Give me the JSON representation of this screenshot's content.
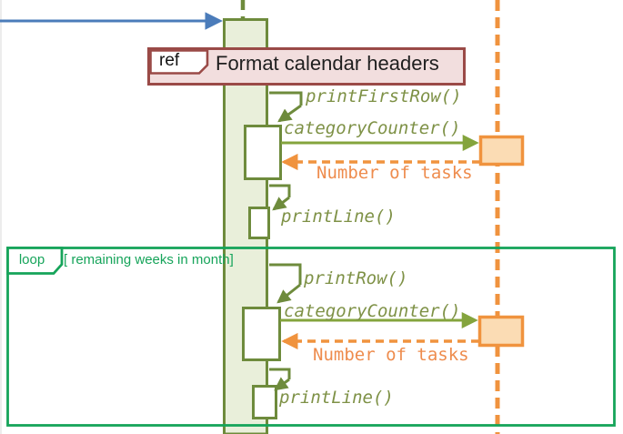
{
  "diagram_type": "UML sequence diagram fragment",
  "fragments": {
    "ref": {
      "keyword": "ref",
      "title": "Format calendar headers"
    },
    "loop": {
      "keyword": "loop",
      "guard": "[ remaining weeks in month]"
    }
  },
  "messages": [
    {
      "label": "printFirstRow()",
      "kind": "self-call"
    },
    {
      "label": "categoryCounter()",
      "kind": "call"
    },
    {
      "label": "Number of tasks",
      "kind": "return"
    },
    {
      "label": "printLine()",
      "kind": "self-call"
    },
    {
      "label": "printRow()",
      "kind": "self-call"
    },
    {
      "label": "categoryCounter()",
      "kind": "call"
    },
    {
      "label": "Number of tasks",
      "kind": "return"
    },
    {
      "label": "printLine()",
      "kind": "self-call"
    }
  ],
  "colors": {
    "olive": "#6e8b3c",
    "olive_fill": "#e9efda",
    "message_text": "#7e9146",
    "call_arrow": "#84a43d",
    "blue": "#4b7cba",
    "orange": "#f0933e",
    "orange_fill": "#fbdcb4",
    "orange_text": "#ee8c4d",
    "dark_red": "#9a4a47",
    "pink_fill": "#f2dede",
    "loop_green": "#16a45a"
  }
}
